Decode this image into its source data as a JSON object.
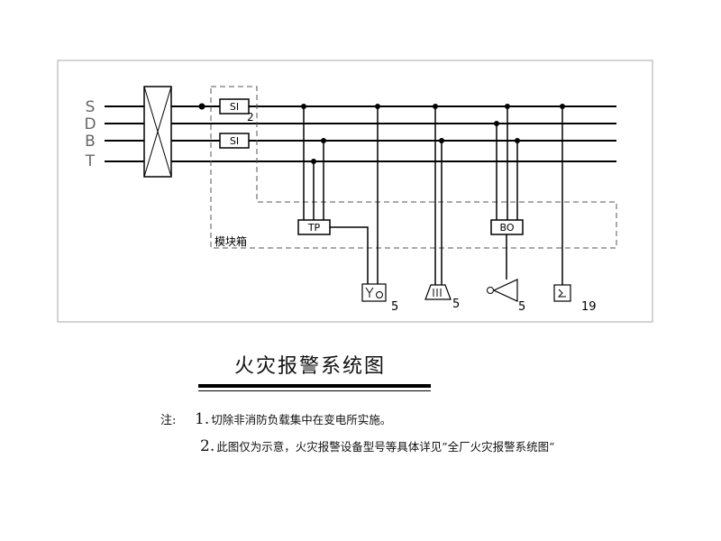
{
  "bus_labels": [
    "S",
    "D",
    "B",
    "T"
  ],
  "devices": {
    "si_top": "SI",
    "si_bottom": "SI",
    "si_top_suffix": "2",
    "tp": "TP",
    "bo": "BO",
    "module_box": "模块箱"
  },
  "quantities": {
    "detector": "5",
    "bell": "5",
    "speaker": "5",
    "call_point": "19"
  },
  "title": "火灾报警系统图",
  "notes": {
    "label": "注:",
    "item1_num": "1.",
    "item1_text": "切除非消防负载集中在变电所实施。",
    "item2_num": "2.",
    "item2_text": "此图仅为示意，火灾报警设备型号等具体详见”全厂火灾报警系统图”"
  }
}
